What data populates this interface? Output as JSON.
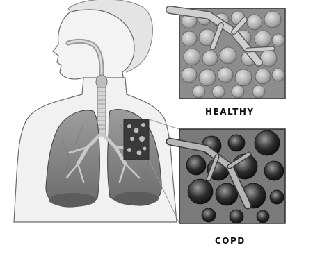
{
  "labels": {
    "healthy": "HEALTHY",
    "copd": "COPD"
  },
  "colors": {
    "skin_outline": "#6a6a6a",
    "skin_fill": "#f1f1f1",
    "lung_fill": "#8e8e8e",
    "lung_shadow": "#5a5a5a",
    "airway": "#c8c8c8",
    "tissue_bg": "#8c8c8c",
    "healthy_alveoli": "#b4b4b4",
    "copd_alveoli": "#3c3c3c",
    "caption": "#111111"
  },
  "icons": [
    "human-torso-illustration",
    "lungs-illustration",
    "alveoli-healthy-illustration",
    "alveoli-copd-illustration"
  ]
}
